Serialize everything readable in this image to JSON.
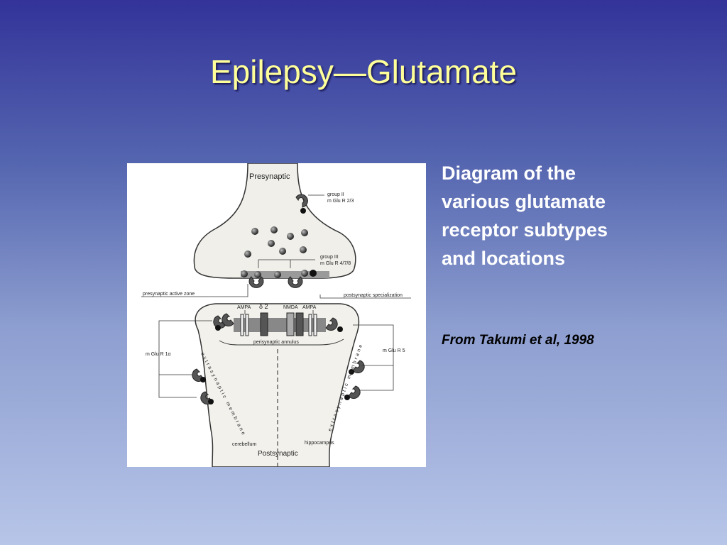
{
  "slide": {
    "title": "Epilepsy—Glutamate",
    "caption_lines": [
      "Diagram of the",
      "various glutamate",
      "receptor subtypes",
      "and locations"
    ],
    "citation": "From Takumi et al, 1998"
  },
  "diagram": {
    "labels": {
      "presynaptic": "Presynaptic",
      "postsynaptic": "Postsynaptic",
      "group2_a": "group II",
      "group2_b": "m Glu R 2/3",
      "group3_a": "group III",
      "group3_b": "m Glu R  4/7/8",
      "active_zone": "presynaptic active zone",
      "post_spec": "postsynaptic specialization",
      "ampa_left": "AMPA",
      "delta2": "δ 2",
      "nmda": "NMDA",
      "ampa_right": "AMPA",
      "perisynaptic": "perisynaptic annulus",
      "mglur1": "m Glu R 1α",
      "mglur5": "m Glu R 5",
      "extra_left": "extrasynaptic membrane",
      "extra_right": "extrasynaptic membrane",
      "cerebellum": "cerebellum",
      "hippocampus": "hippocampus"
    }
  }
}
